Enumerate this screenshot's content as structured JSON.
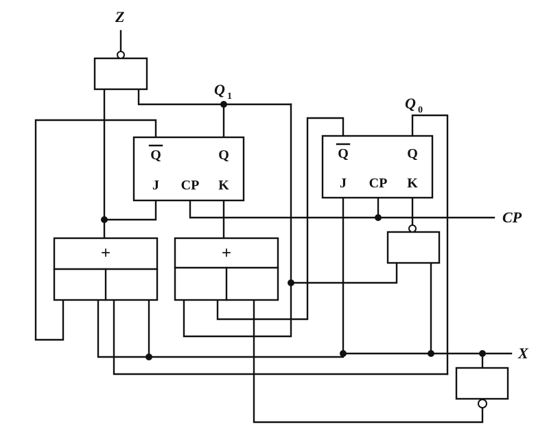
{
  "signals": {
    "z": "Z",
    "q1_main": "Q",
    "q1_sub": "1",
    "q0_main": "Q",
    "q0_sub": "0",
    "cp": "CP",
    "x": "X"
  },
  "ff1": {
    "qbar": "Q",
    "q": "Q",
    "j": "J",
    "cp": "CP",
    "k": "K"
  },
  "ff0": {
    "qbar": "Q",
    "q": "Q",
    "j": "J",
    "cp": "CP",
    "k": "K"
  },
  "gates": {
    "or1": "+",
    "or2": "+"
  }
}
